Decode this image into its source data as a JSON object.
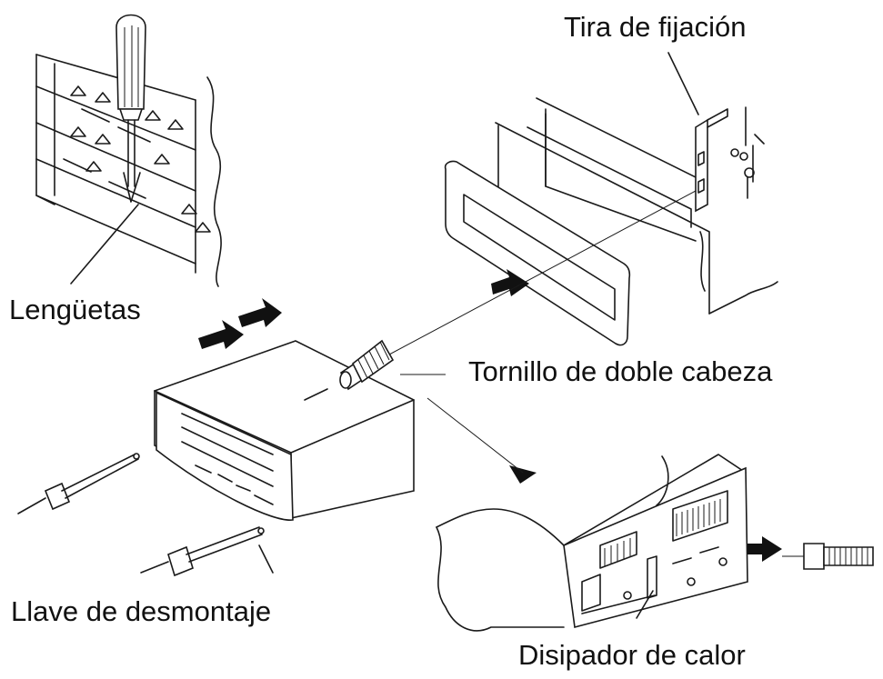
{
  "labels": {
    "tira": "Tira de fijación",
    "lenguetas": "Lengüetas",
    "tornillo": "Tornillo de doble cabeza",
    "llave": "Llave de desmontaje",
    "disipador": "Disipador de calor"
  }
}
